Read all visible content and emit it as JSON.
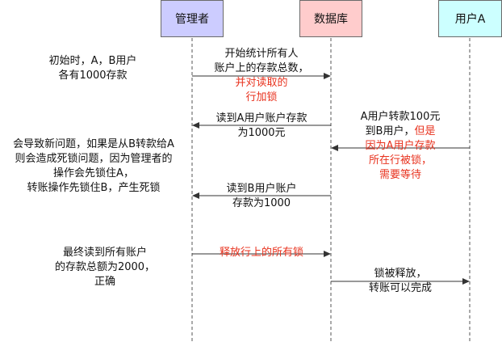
{
  "participants": {
    "manager": {
      "label": "管理者",
      "fill": "#ccccff"
    },
    "database": {
      "label": "数据库",
      "fill": "#ffcccc"
    },
    "user_a": {
      "label": "用户A",
      "fill": "#ccffff"
    }
  },
  "colors": {
    "highlight_text": "#e8321e",
    "arrow": "#333333",
    "lifeline": "#555555"
  },
  "notes": {
    "initial": [
      "初始时，A，B用户",
      "各有1000存款"
    ],
    "deadlock": [
      "会导致新问题，如果是从B转款给A",
      "则会造成死锁问题，因为管理者的",
      "操作会先锁住A，",
      "转账操作先锁住B，产生死锁"
    ],
    "final": [
      "最终读到所有账户",
      "的存款总额为2000，",
      "正确"
    ]
  },
  "messages": {
    "start_count": {
      "lines": [
        "开始统计所有人",
        "账户上的存款总数，"
      ],
      "highlight_lines": [
        "并对读取的",
        "行加锁"
      ]
    },
    "read_a": {
      "lines": [
        "读到A用户账户存款",
        "为1000元"
      ]
    },
    "transfer": {
      "lines": [
        "A用户转款100元"
      ],
      "mixed_line": {
        "plain": "到B用户，",
        "highlight": "但是"
      },
      "highlight_lines": [
        "因为A用户存款",
        "所在行被锁，",
        "需要等待"
      ]
    },
    "read_b": {
      "lines": [
        "读到B用户账户",
        "存款为1000"
      ]
    },
    "release": {
      "highlight_lines": [
        "释放行上的所有锁"
      ]
    },
    "unlocked": {
      "lines": [
        "锁被释放，",
        "转账可以完成"
      ]
    }
  }
}
